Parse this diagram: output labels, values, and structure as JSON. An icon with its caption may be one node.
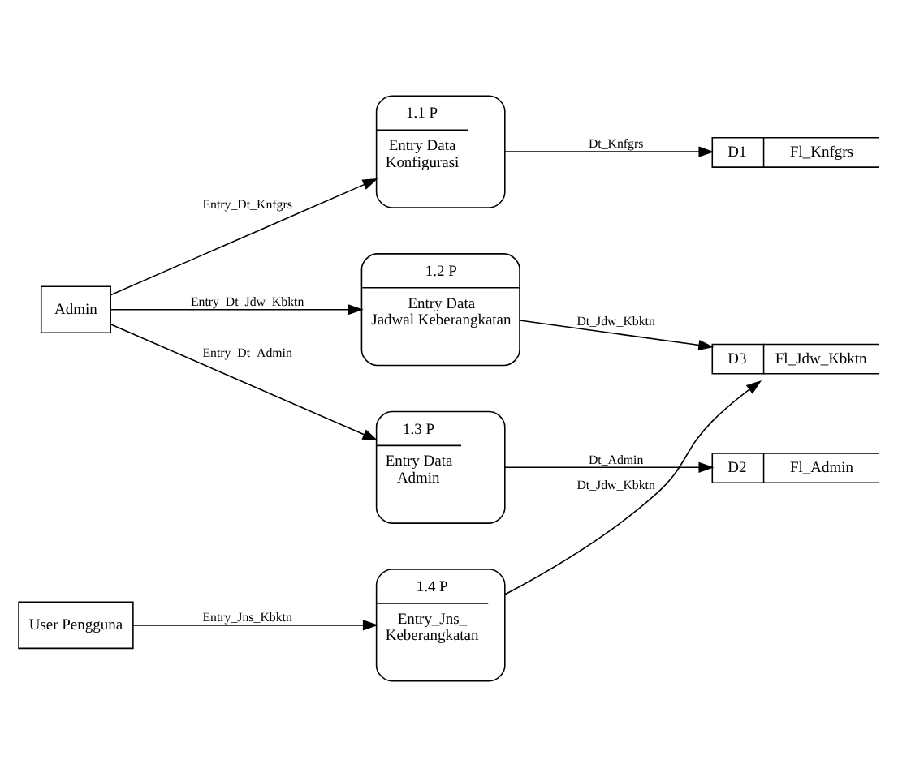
{
  "diagram": {
    "nodes": [
      {
        "text": [
          "Admin"
        ]
      },
      {
        "text": [
          "1.1 P",
          "Entry Data Konfigurasi"
        ]
      },
      {
        "text": [
          "D1",
          "Fl_Knfgrs"
        ]
      },
      {
        "text": [
          "1.2 P",
          "Entry Data Jadwal Keberangkatan"
        ]
      },
      {
        "text": [
          "D3",
          "Fl_Jdw_Kbktn"
        ]
      },
      {
        "text": [
          "1.3 P",
          "Entry Data Admin"
        ]
      },
      {
        "text": [
          "D2",
          "Fl_Admin"
        ]
      },
      {
        "text": [
          "User Pengguna"
        ]
      },
      {
        "text": [
          "1.4 P",
          "Entry_Jns_ Keberangkatan"
        ]
      }
    ],
    "edges": [
      {
        "from": 0,
        "to": 1,
        "arrow": "to",
        "label": "Entry_Dt_Knfgrs"
      },
      {
        "from": 0,
        "to": 3,
        "arrow": "to",
        "label": "Entry_Dt_Jdw_Kbktn"
      },
      {
        "from": 0,
        "to": 5,
        "arrow": "to",
        "label": "Entry_Dt_Admin"
      },
      {
        "from": 1,
        "to": 2,
        "arrow": "to",
        "label": "Dt_Knfgrs"
      },
      {
        "from": 3,
        "to": 4,
        "arrow": "to",
        "label": "Dt_Jdw_Kbktn"
      },
      {
        "from": 5,
        "to": 6,
        "arrow": "to",
        "label": "Dt_Admin"
      },
      {
        "from": 7,
        "to": 8,
        "arrow": "to",
        "label": "Entry_Jns_Kbktn"
      },
      {
        "from": 8,
        "to": 4,
        "arrow": "to",
        "label": "Dt_Jdw_Kbktn"
      }
    ]
  }
}
